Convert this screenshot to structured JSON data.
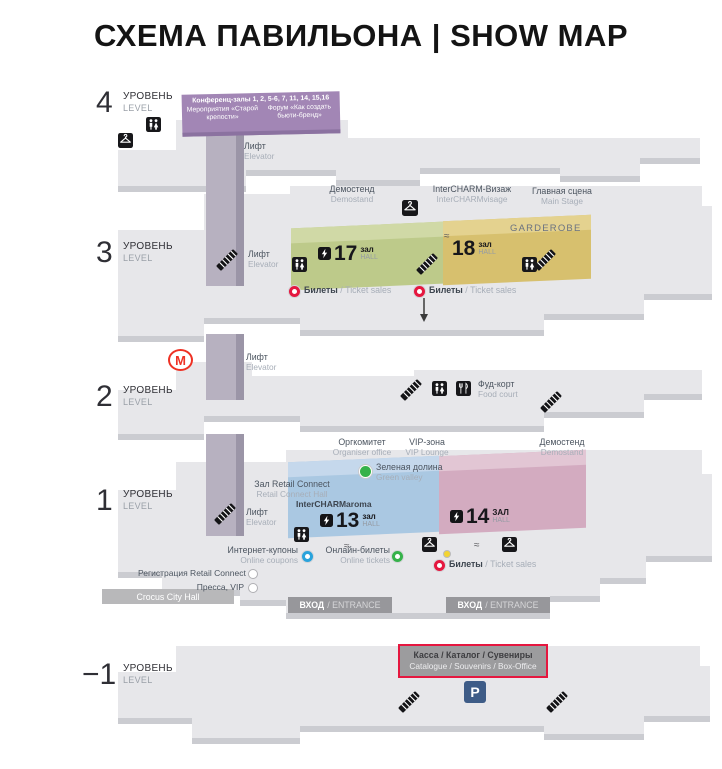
{
  "title": "СХЕМА ПАВИЛЬОНА  |  SHOW MAP",
  "levels": {
    "l4": "4",
    "l3": "3",
    "l2": "2",
    "l1": "1",
    "lm1": "−1"
  },
  "common": {
    "level_ru": "УРОВЕНЬ",
    "level_en": "LEVEL",
    "lift_ru": "Лифт",
    "lift_en": "Elevator",
    "tickets_ru": "Билеты",
    "tickets_en": "/ Ticket sales",
    "entrance_ru": "ВХОД",
    "entrance_en": "/ ENTRANCE",
    "hall_ru": "зал",
    "hall_en": "HALL",
    "approx": "≈"
  },
  "level4": {
    "conference": "Конференц-залы 1, 2, 5-6, 7, 11, 14, 15,16",
    "events": "Мероприятия «Старой крепости»",
    "forum": "Форум «Как создать бьюти-бренд»"
  },
  "level3": {
    "demostand_ru": "Демостенд",
    "demostand_en": "Demostand",
    "visage_ru": "InterCHARM-Визаж",
    "visage_en": "InterCHARMvisage",
    "stage_ru": "Главная сцена",
    "stage_en": "Main Stage",
    "garderobe": "GARDEROBE",
    "hall17": "17",
    "hall18": "18"
  },
  "level2": {
    "metro": "М",
    "food_ru": "Фуд-корт",
    "food_en": "Food court"
  },
  "level1": {
    "organiser_ru": "Оргкомитет",
    "organiser_en": "Organiser office",
    "vip_ru": "VIP-зона",
    "vip_en": "VIP Lounge",
    "demostand_ru": "Демостенд",
    "demostand_en": "Demostand",
    "retail_ru": "Зал Retail Connect",
    "retail_en": "Retail Connect Hall",
    "green_ru": "Зеленая долина",
    "green_en": "Green valley",
    "aroma": "InterCHARMaroma",
    "hall13": "13",
    "hall14": "14",
    "hall14_ru": "ЗАЛ",
    "coupons_ru": "Интернет-купоны",
    "coupons_en": "Online coupons",
    "online_ru": "Онлайн-билеты",
    "online_en": "Online tickets",
    "registration": "Регистрация Retail Connect",
    "press": "Пресса, VIP",
    "crocus": "Crocus City Hall"
  },
  "level_m1": {
    "cash_ru": "Касса / Каталог / Сувениры",
    "cash_en": "Catalogue / Souvenirs / Box-Office",
    "parking": "P"
  },
  "colors": {
    "plate": "#e7e7ea",
    "plate_side": "#cbccd1",
    "shaft": "#b7b1c0",
    "shaft_side": "#9b95a7",
    "purple": "#a286b5",
    "purple_edge": "#8b72a0",
    "green": "#bdca8a",
    "green_top": "#d0d9a6",
    "yellow": "#d7c06e",
    "yellow_top": "#e4d28f",
    "blue": "#aac8e2",
    "blue_top": "#c5d8ec",
    "pink": "#d3abc0",
    "pink_top": "#e2c6d4",
    "red": "#e5173f",
    "metro_red": "#ee3124",
    "parking_blue": "#3e5c87",
    "entrance": "#97979b",
    "crocus": "#b8b8ba",
    "cashbox": "#9c9c9e",
    "dot_blue": "#29a3dc",
    "dot_green": "#36b24a",
    "dot_yellow": "#f3d431"
  }
}
